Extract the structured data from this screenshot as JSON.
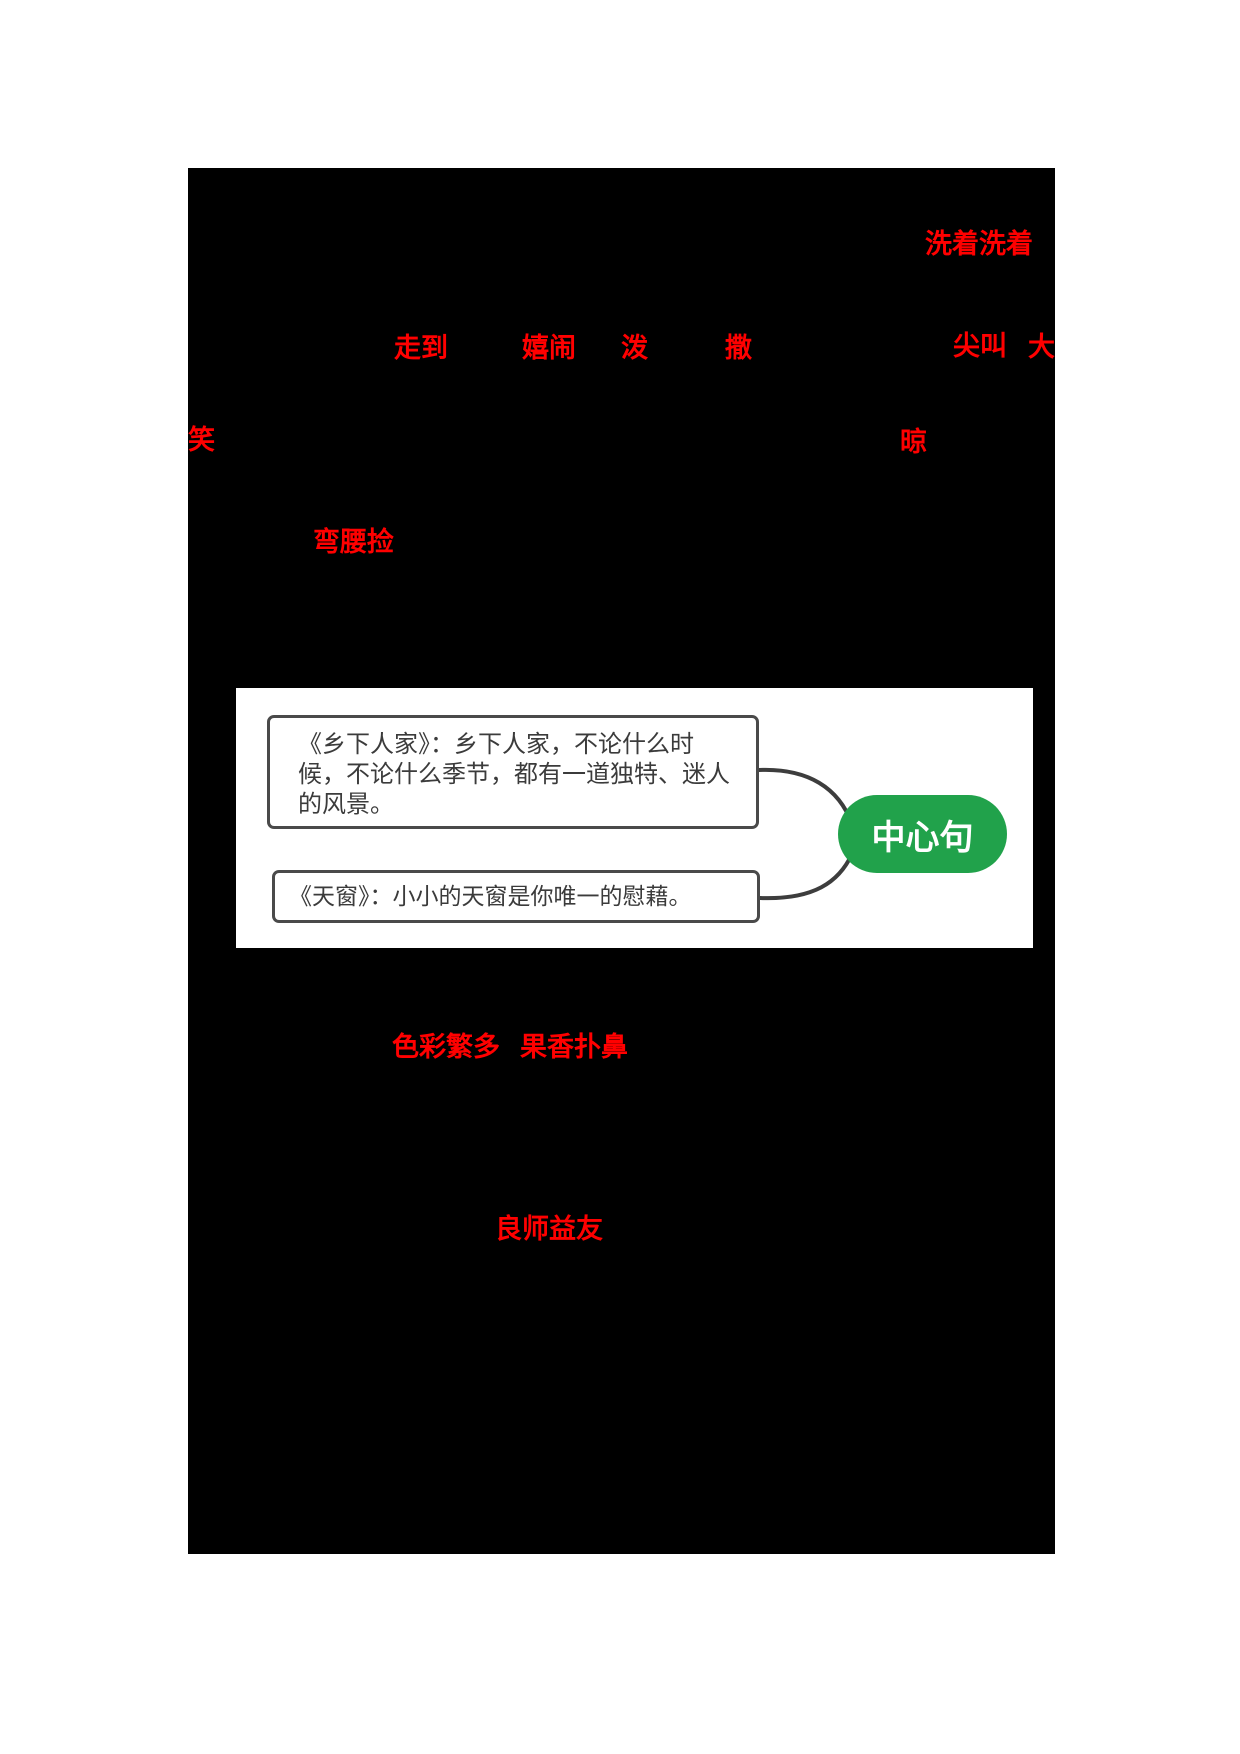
{
  "answers": {
    "color": "#ff0000",
    "items": [
      {
        "text": "洗着洗着"
      },
      {
        "text": "走到"
      },
      {
        "text": "嬉闹"
      },
      {
        "text": "泼"
      },
      {
        "text": "撒"
      },
      {
        "text": "尖叫"
      },
      {
        "text": "大"
      },
      {
        "text": "笑"
      },
      {
        "text": "晾"
      },
      {
        "text": "弯腰捡"
      },
      {
        "text": "色彩繁多"
      },
      {
        "text": "果香扑鼻"
      },
      {
        "text": "良师益友"
      }
    ]
  },
  "mindmap": {
    "center_label": "中心句",
    "center_bg": "#21a24b",
    "center_text_color": "#ffffff",
    "border_color": "#4a4a4a",
    "connector_color": "#3d3d3d",
    "nodes": [
      {
        "text": "《乡下人家》：乡下人家，不论什么时候，不论什么季节，都有一道独特、迷人的风景。"
      },
      {
        "text": "《天窗》：小小的天窗是你唯一的慰藉。"
      }
    ]
  }
}
